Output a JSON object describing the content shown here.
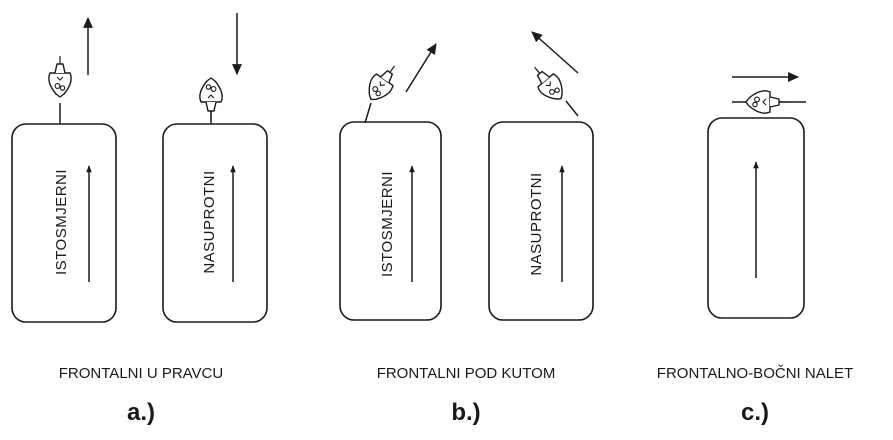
{
  "diagram": {
    "panels": [
      {
        "id": "a",
        "caption": "FRONTALNI U PRAVCU",
        "sub_label": "a.)",
        "scenarios": [
          {
            "vehicle_label": "ISTOSMJERNI",
            "pedestrian_direction": "up"
          },
          {
            "vehicle_label": "NASUPROTNI",
            "pedestrian_direction": "down"
          }
        ]
      },
      {
        "id": "b",
        "caption": "FRONTALNI POD KUTOM",
        "sub_label": "b.)",
        "scenarios": [
          {
            "vehicle_label": "ISTOSMJERNI",
            "pedestrian_direction": "up-right"
          },
          {
            "vehicle_label": "NASUPROTNI",
            "pedestrian_direction": "up-left"
          }
        ]
      },
      {
        "id": "c",
        "caption": "FRONTALNO-BOČNI NALET",
        "sub_label": "c.)",
        "scenarios": [
          {
            "vehicle_label": "",
            "pedestrian_direction": "right"
          }
        ]
      }
    ]
  }
}
